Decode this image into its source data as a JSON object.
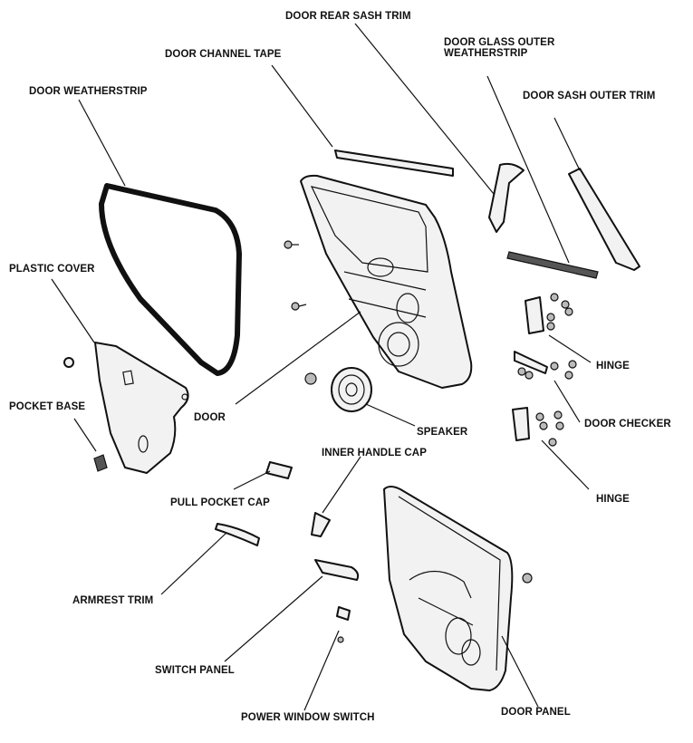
{
  "labels": {
    "door_rear_sash_trim": "DOOR REAR SASH TRIM",
    "door_glass_outer_weatherstrip_1": "DOOR GLASS OUTER",
    "door_glass_outer_weatherstrip_2": "WEATHERSTRIP",
    "door_channel_tape": "DOOR CHANNEL TAPE",
    "door_weatherstrip": "DOOR WEATHERSTRIP",
    "door_sash_outer_trim": "DOOR SASH OUTER TRIM",
    "plastic_cover": "PLASTIC COVER",
    "pocket_base": "POCKET BASE",
    "door": "DOOR",
    "speaker": "SPEAKER",
    "hinge_upper": "HINGE",
    "door_checker": "DOOR CHECKER",
    "hinge_lower": "HINGE",
    "inner_handle_cap": "INNER HANDLE CAP",
    "pull_pocket_cap": "PULL POCKET CAP",
    "armrest_trim": "ARMREST TRIM",
    "switch_panel": "SWITCH PANEL",
    "power_window_switch": "POWER WINDOW SWITCH",
    "door_panel": "DOOR PANEL"
  }
}
